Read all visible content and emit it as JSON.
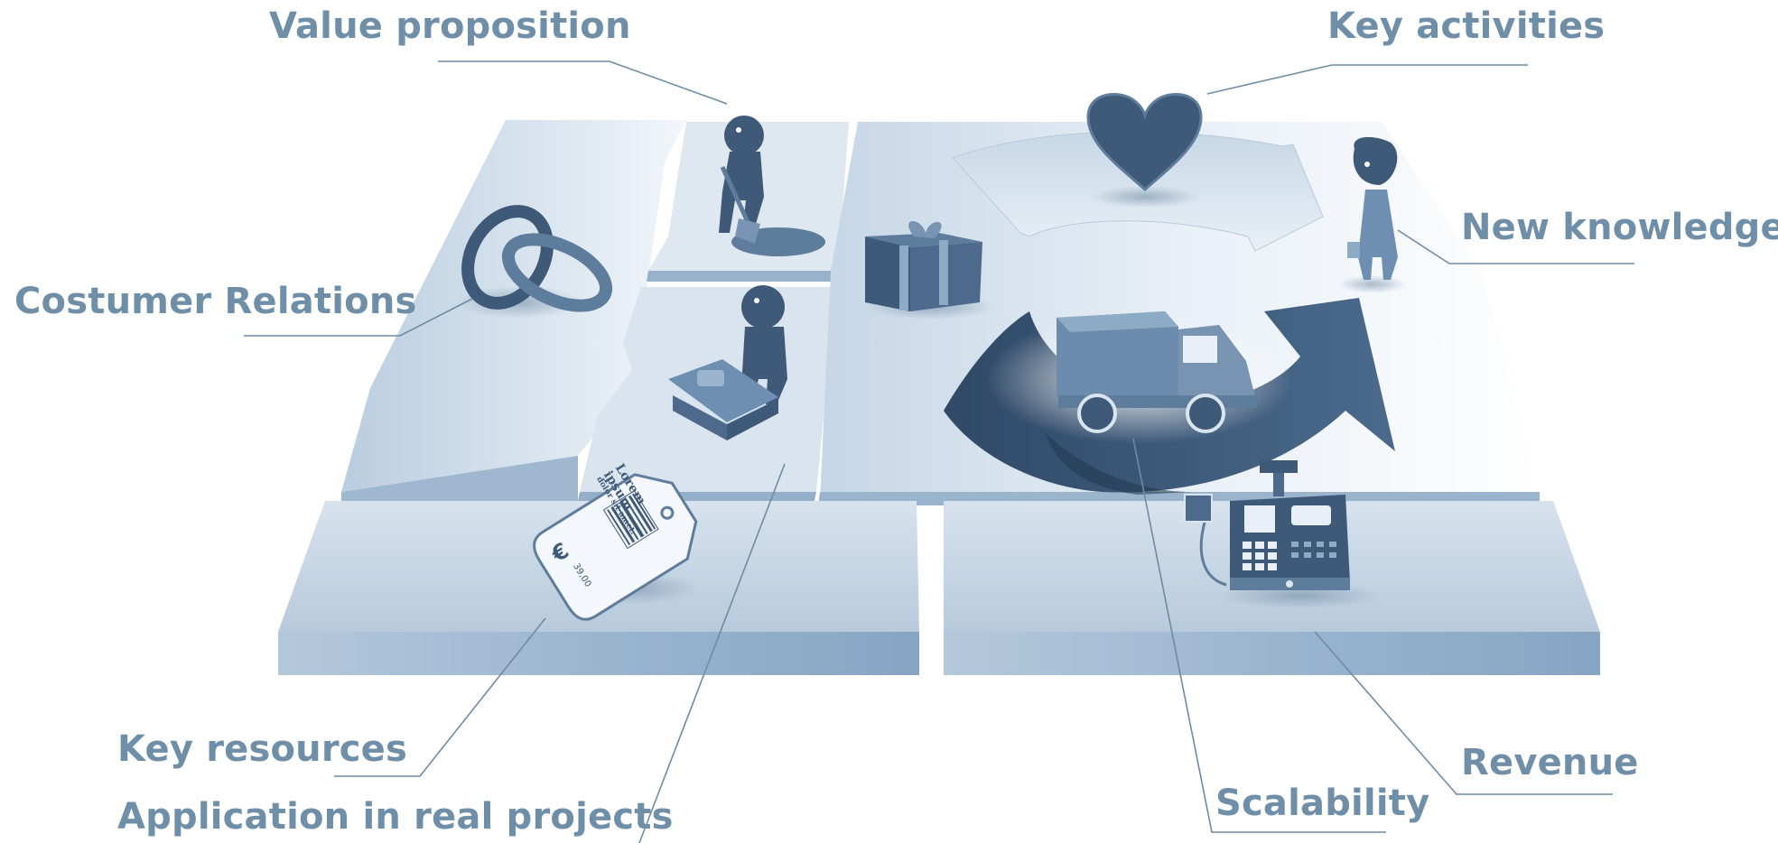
{
  "labels": {
    "value_proposition": "Value proposition",
    "key_activities": "Key activities",
    "new_knowledge": "New knowledge",
    "customer_relations": "Costumer Relations",
    "key_resources": "Key resources",
    "application": "Application in real projects",
    "scalability": "Scalability",
    "revenue": "Revenue"
  },
  "price_tag": {
    "line1": "Lorem",
    "line2": "ipsum",
    "line3": "dolor sit amet.",
    "currency": "€",
    "price": "39,00"
  },
  "colors": {
    "label": "#6f8fa8",
    "leader_line": "#6f8ba3",
    "tile_light": "#dbe5ef",
    "tile_mid": "#a9bfd4",
    "tile_edge": "#8eabc6",
    "icon_dark": "#3f5a78",
    "icon_mid": "#5e7c9c"
  },
  "icons": [
    "rings-icon",
    "person-digging-icon",
    "person-with-machine-icon",
    "gift-icon",
    "heart-icon",
    "person-with-bag-icon",
    "cycle-arrow-icon",
    "truck-icon",
    "price-tag-icon",
    "cash-register-icon"
  ]
}
